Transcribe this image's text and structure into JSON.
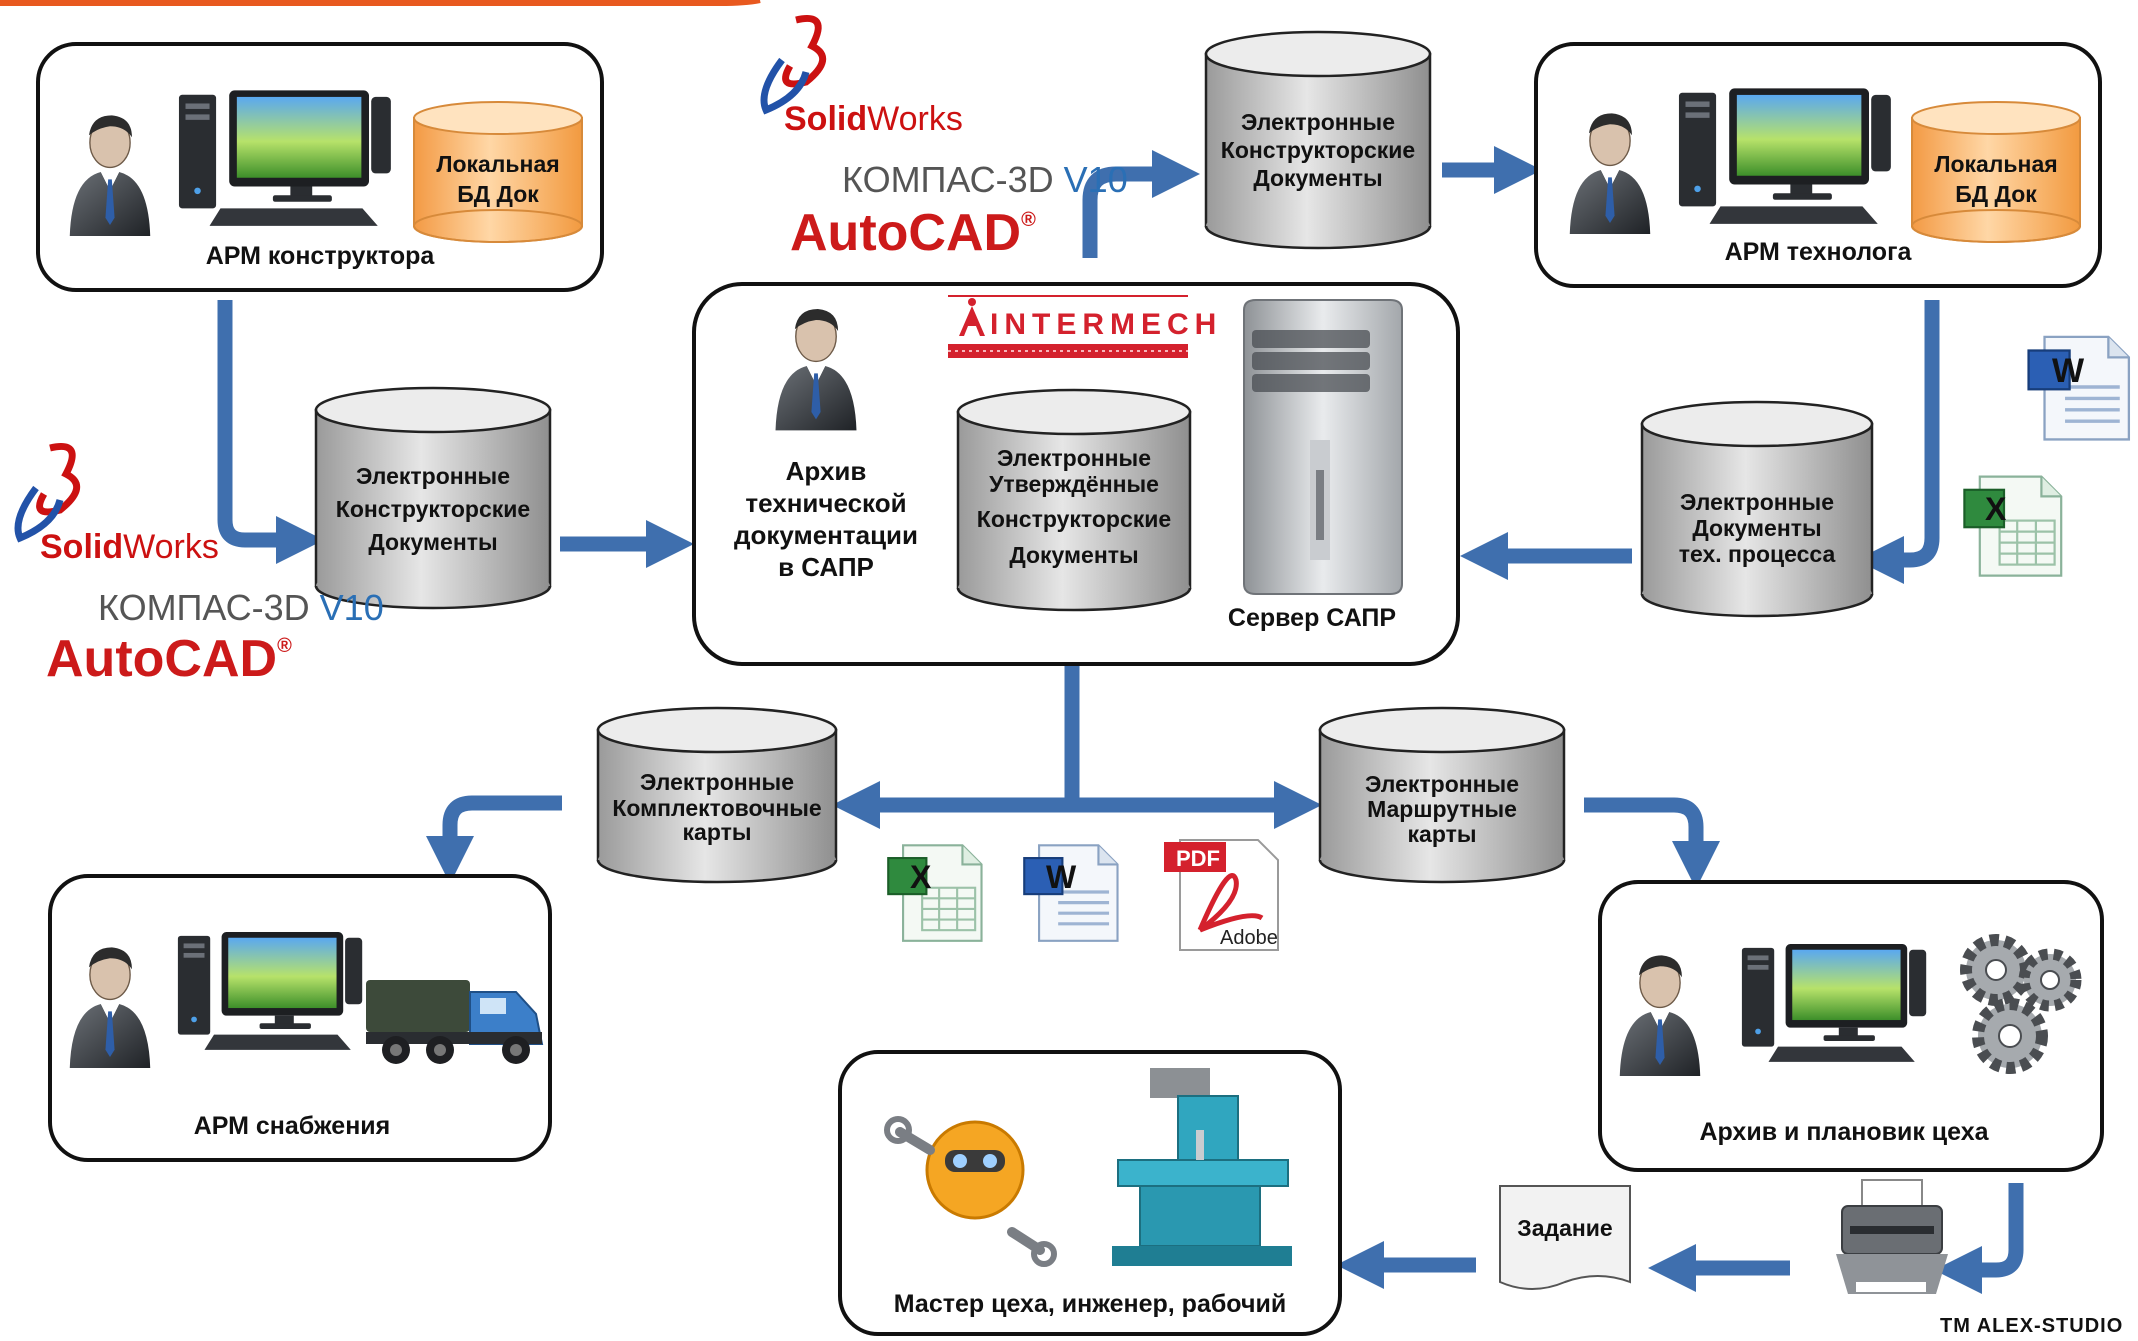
{
  "workstations": {
    "designer": "АРМ конструктора",
    "technologist": "АРМ технолога",
    "supply": "АРМ снабжения",
    "planner": "Архив и плановик цеха",
    "master": "Мастер цеха, инженер, рабочий"
  },
  "local_db": {
    "line1": "Локальная",
    "line2": "БД Док"
  },
  "databases": {
    "design_docs": [
      "Электронные",
      "Конструкторские",
      "Документы"
    ],
    "design_docs_top": [
      "Электронные",
      "Конструкторские",
      "Документы"
    ],
    "approved_docs": [
      "Электронные",
      "Утверждённые",
      "Конструкторские",
      "Документы"
    ],
    "process_docs": [
      "Электронные",
      "Документы",
      "тех. процесса"
    ],
    "kit_cards": [
      "Электронные",
      "Комплектовочные",
      "карты"
    ],
    "route_cards": [
      "Электронные",
      "Маршрутные",
      "карты"
    ]
  },
  "archive": {
    "label": [
      "Архив",
      "технической",
      "документации",
      "в САПР"
    ],
    "server": "Сервер САПР"
  },
  "logos": {
    "solidworks_bold": "Solid",
    "solidworks_rest": "Works",
    "kompas_main": "КОМПАС-3D ",
    "kompas_version": "V10",
    "autocad": "AutoCAD",
    "autocad_reg": "®",
    "intermech": "INTERMECH",
    "pdf": "PDF",
    "adobe": "Adobe",
    "word_letter": "W",
    "excel_letter": "X"
  },
  "task_label": "Задание",
  "watermark": "TM ALEX-STUDIO",
  "colors": {
    "arrow": "#3f6fae",
    "local_db": "#f7b067",
    "database": "#c8c8c8",
    "logo_red": "#cc1111"
  }
}
